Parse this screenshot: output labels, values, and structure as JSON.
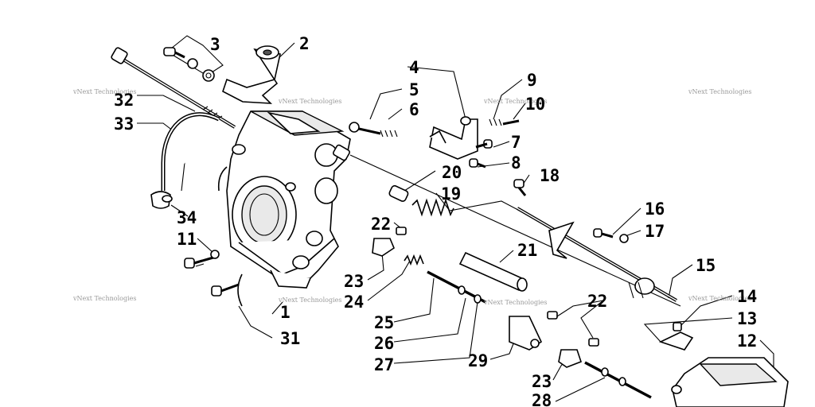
{
  "watermark": "vNext Technologies",
  "callouts": [
    "1",
    "2",
    "3",
    "4",
    "5",
    "6",
    "7",
    "8",
    "9",
    "10",
    "11",
    "12",
    "13",
    "14",
    "15",
    "16",
    "17",
    "18",
    "19",
    "20",
    "21",
    "22",
    "22",
    "23",
    "23",
    "24",
    "25",
    "26",
    "27",
    "28",
    "29",
    "31",
    "32",
    "33",
    "34"
  ]
}
